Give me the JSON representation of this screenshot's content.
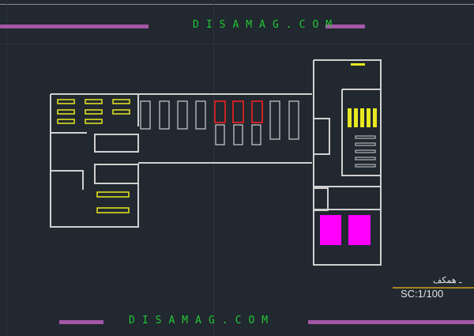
{
  "watermark_top": "DISAMAG.COM",
  "watermark_bottom": "DISAMAG.COM",
  "title_fragment": "ـ همکف",
  "scale": "SC:1/100",
  "colors": {
    "background": "#212830",
    "walls": "#d0d0d0",
    "beds": "#e8e820",
    "vehicles_highlight": "#ff2020",
    "seating": "#ff00ff",
    "watermark": "#22c832",
    "bars": "#b45cb4"
  }
}
